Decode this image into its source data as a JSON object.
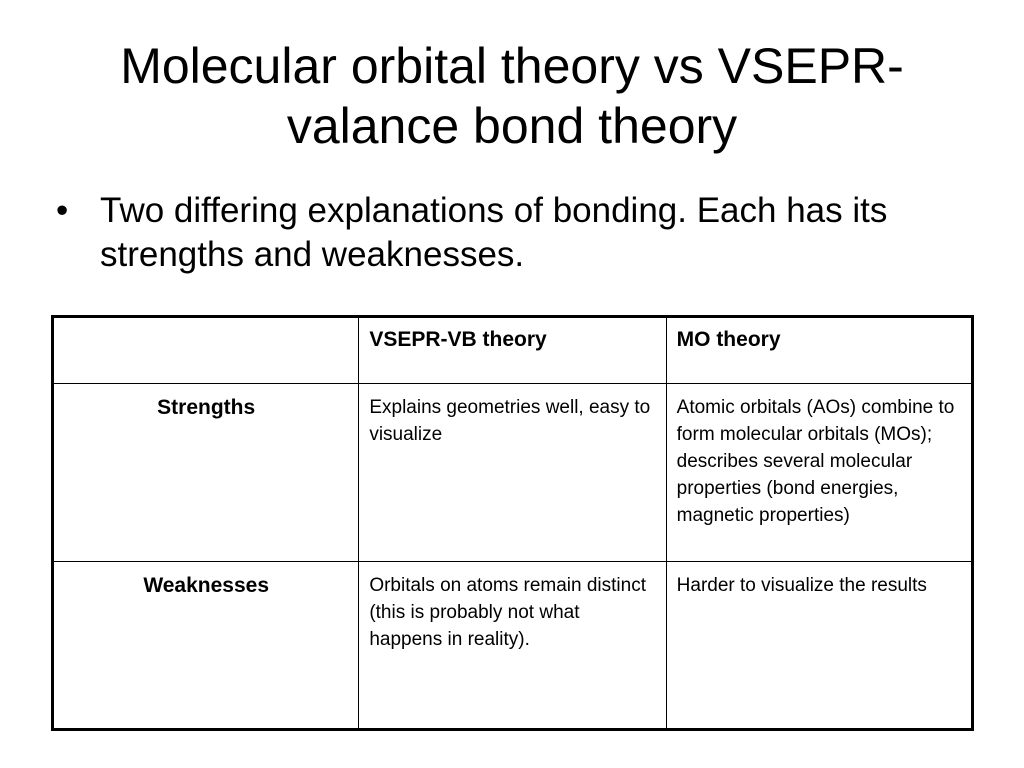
{
  "slide": {
    "title": "Molecular orbital theory vs VSEPR-valance bond theory",
    "bullets": [
      "Two differing explanations of bonding.  Each has its strengths and weaknesses."
    ],
    "bullet_symbol": "•"
  },
  "table": {
    "headers": [
      "",
      "VSEPR-VB theory",
      "MO theory"
    ],
    "rows": [
      {
        "label": "Strengths",
        "vsepr": "Explains geometries well, easy to visualize",
        "mo": "Atomic orbitals (AOs) combine to form molecular orbitals (MOs); describes several molecular properties (bond energies, magnetic properties)"
      },
      {
        "label": "Weaknesses",
        "vsepr": "Orbitals on atoms remain distinct (this is probably not what happens in reality).",
        "mo": "Harder to visualize the results"
      }
    ]
  }
}
